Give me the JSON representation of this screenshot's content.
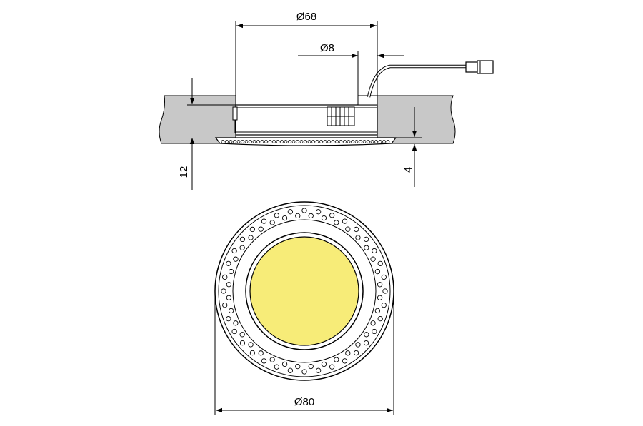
{
  "dimensions": {
    "housing_diameter": "Ø68",
    "cable_diameter": "Ø8",
    "cutout_depth": "12",
    "rim_height": "4",
    "outer_diameter": "Ø80"
  },
  "colors": {
    "panel": "#c8c8c8",
    "lens": "#f7ec78",
    "line": "#000000",
    "background": "#ffffff"
  },
  "led_ring": {
    "led_count": 72
  }
}
